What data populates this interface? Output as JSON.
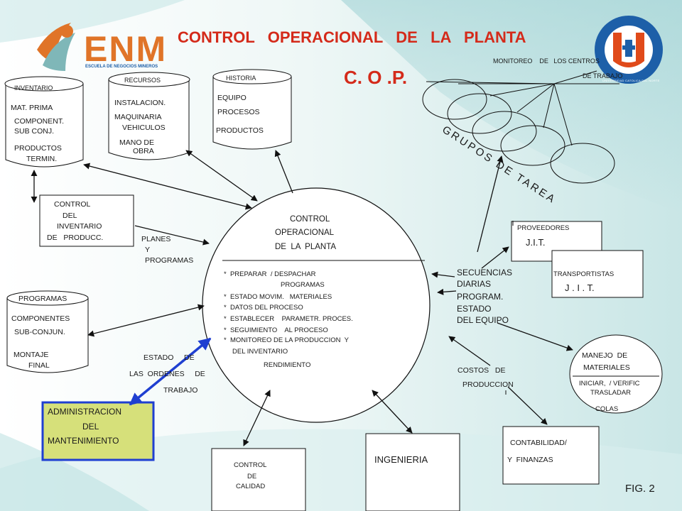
{
  "header": {
    "title": "CONTROL   OPERACIONAL   DE   LA   PLANTA",
    "subtitle": "C. O .P.",
    "logo_text": "ENM",
    "logo_caption": "ESCUELA DE NEGOCIOS MINEROS",
    "seal_text": "UNIVERSIDAD CATOLICA DEL NORTE",
    "seal_letter": "U",
    "colors": {
      "title": "#d42a1a",
      "logo_orange": "#e07428",
      "seal_blue": "#1d5fa8"
    }
  },
  "nodes": {
    "inventario": {
      "title": "INVENTARIO",
      "lines": [
        "MAT.  PRIMA",
        "COMPONENT.",
        "SUB CONJ.",
        "PRODUCTOS",
        "TERMIN."
      ]
    },
    "recursos": {
      "title": "RECURSOS",
      "lines": [
        "INSTALACION.",
        "MAQUINARIA",
        "VEHICULOS",
        "MANO DE",
        "OBRA"
      ]
    },
    "historia": {
      "title": "HISTORIA",
      "lines": [
        "EQUIPO",
        "PROCESOS",
        "PRODUCTOS"
      ]
    },
    "control_inventario": {
      "lines": [
        "CONTROL",
        "DEL",
        "INVENTARIO",
        "DE   PRODUCC."
      ]
    },
    "planes": {
      "lines": [
        "PLANES",
        "Y",
        "PROGRAMAS"
      ]
    },
    "programas": {
      "title": "PROGRAMAS",
      "lines": [
        "COMPONENTES",
        "SUB-CONJUN.",
        "MONTAJE",
        "FINAL"
      ]
    },
    "estado_ordenes": {
      "lines": [
        "ESTADO     DE",
        "LAS  ORDENES     DE",
        "TRABAJO"
      ]
    },
    "admin_mantenimiento": {
      "lines": [
        "ADMINISTRACION",
        "DEL",
        "MANTENIMIENTO"
      ],
      "fill": "#d6e07a",
      "border": "#1f3fd1"
    },
    "control_calidad": {
      "lines": [
        "CONTROL",
        "DE",
        "CALIDAD"
      ]
    },
    "ingenieria": {
      "lines": [
        "INGENIERIA"
      ]
    },
    "contabilidad": {
      "lines": [
        "CONTABILIDAD/",
        "Y  FINANZAS"
      ]
    },
    "costos": {
      "lines": [
        "COSTOS   DE",
        "PRODUCCION"
      ]
    },
    "manejo": {
      "lines": [
        "MANEJO  DE",
        "MATERIALES",
        "INICIAR,  / VERIFIC",
        "TRASLADAR",
        "COLAS"
      ]
    },
    "secuencias": {
      "lines": [
        "SECUENCIAS",
        "DIARIAS",
        "PROGRAM.",
        "ESTADO",
        "DEL EQUIPO"
      ]
    },
    "proveedores": {
      "lines": [
        "PROVEEDORES",
        "J.I.T."
      ]
    },
    "transportistas": {
      "lines": [
        "TRANSPORTISTAS",
        "J . I . T."
      ]
    },
    "grupos": {
      "text": "GRUPOS DE TAREA"
    },
    "monitoreo": {
      "lines": [
        "MONITOREO    DE   LOS CENTROS",
        "DE TRABAJO"
      ]
    },
    "central": {
      "title_lines": [
        "CONTROL",
        "OPERACIONAL",
        "DE  LA  PLANTA"
      ],
      "items": [
        "*  PREPARAR  / DESPACHAR",
        "PROGRAMAS",
        "*  ESTADO MOVIM.   MATERIALES",
        "*  DATOS DEL PROCESO",
        "*  ESTABLECER    PARAMETR. PROCES.",
        "*  SEGUIMIENTO    AL PROCESO",
        "*  MONITOREO DE LA PRODUCCION  Y",
        "DEL INVENTARIO",
        "RENDIMIENTO"
      ]
    }
  },
  "figure_label": "FIG. 2"
}
